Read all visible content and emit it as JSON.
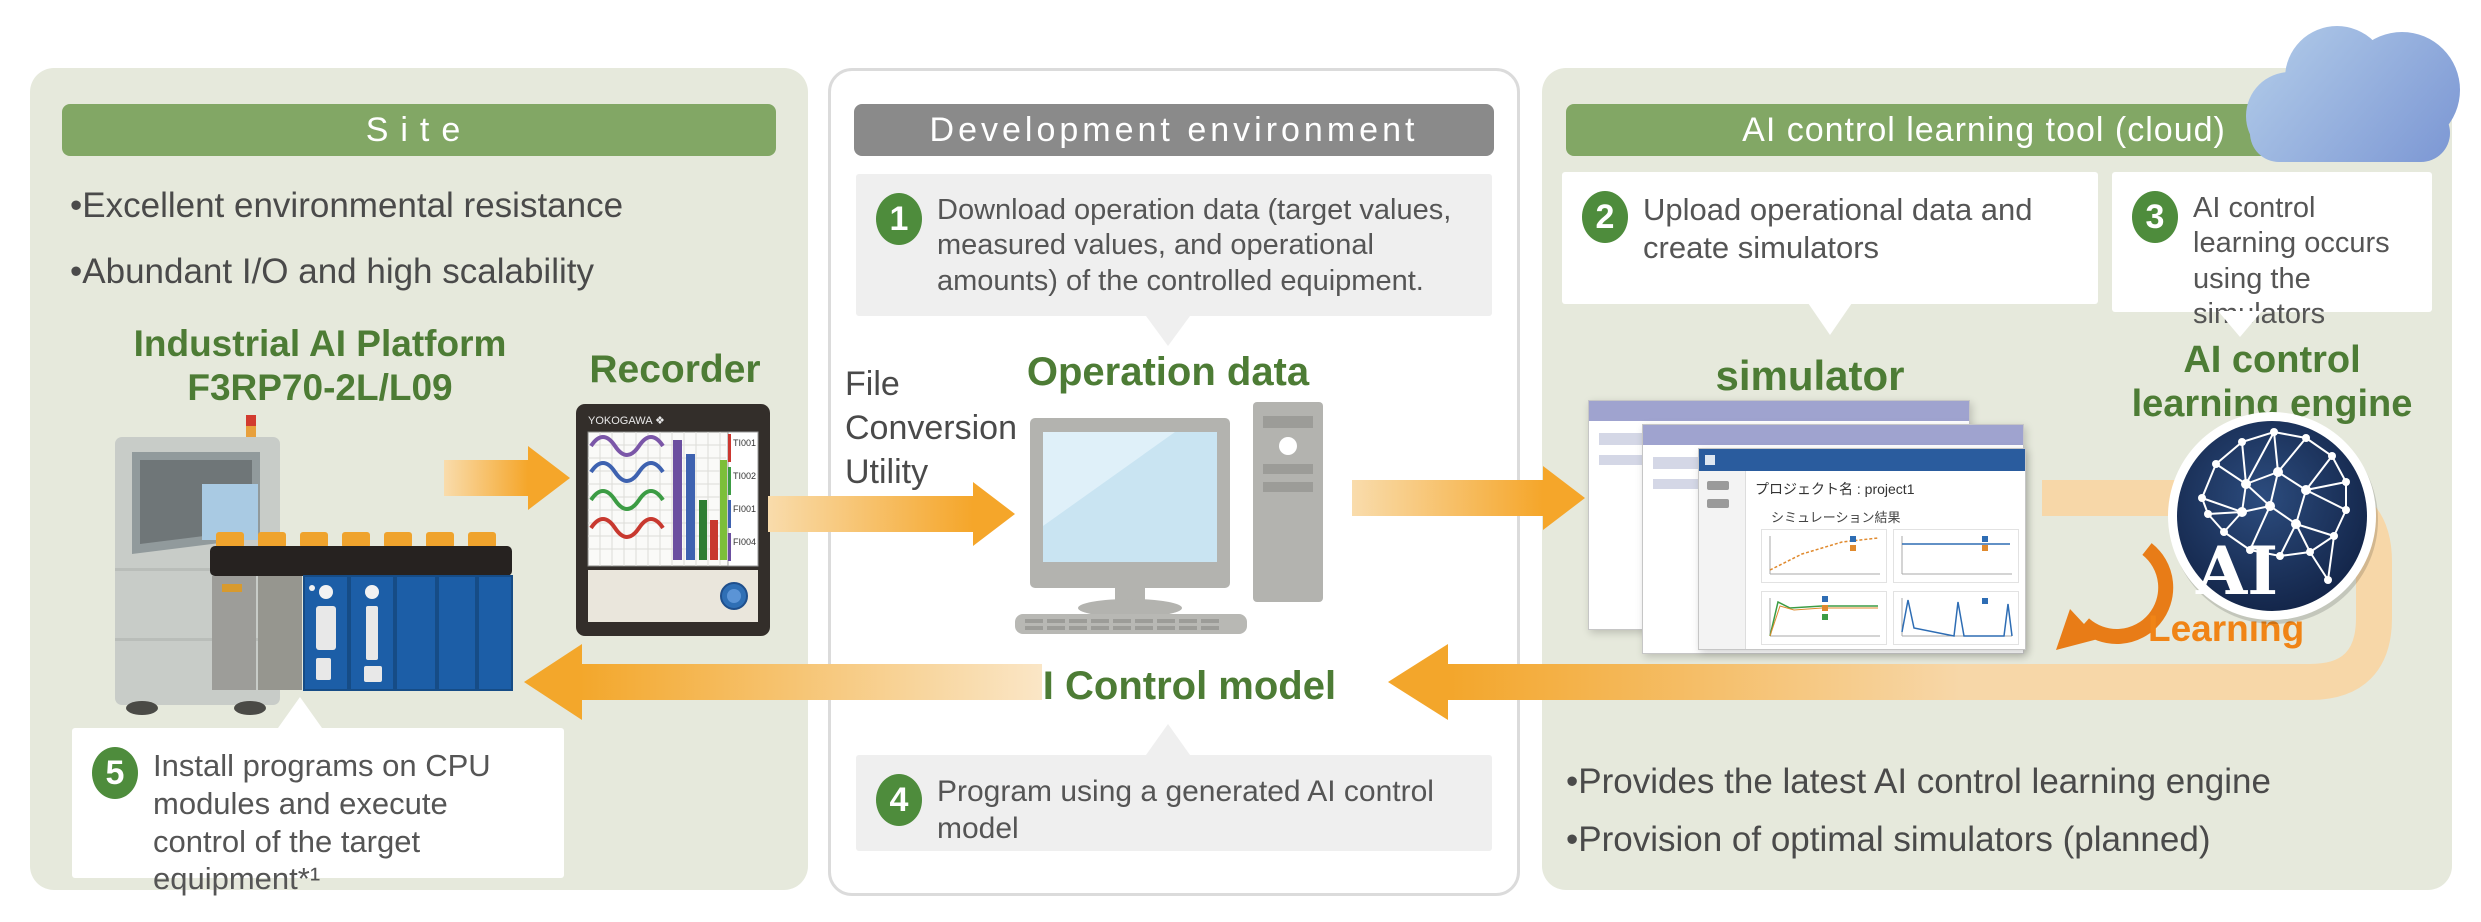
{
  "site": {
    "header": "Site",
    "bullets": [
      "•Excellent environmental resistance",
      "•Abundant I/O and high scalability"
    ],
    "platform_title": [
      "Industrial AI Platform",
      "F3RP70-2L/L09"
    ],
    "recorder_title": "Recorder",
    "recorder_brand": "YOKOGAWA ❖",
    "recorder_channels": [
      "TI001",
      "TI002",
      "FI001",
      "FI004"
    ],
    "step5_num": "5",
    "step5_text": "Install programs on CPU modules and execute control of the target equipment*¹"
  },
  "development": {
    "header": "Development environment",
    "step1_num": "1",
    "step1_text": "Download operation data (target values, measured values, and operational amounts) of the controlled equipment.",
    "file_conversion_label": [
      "File",
      "Conversion",
      "Utility"
    ],
    "operation_data_label": "Operation data",
    "ai_control_model_label": "AI Control model",
    "step4_num": "4",
    "step4_text": "Program using a generated AI control model"
  },
  "cloud_tool": {
    "header": "AI control learning tool (cloud)",
    "step2_num": "2",
    "step2_text": "Upload operational data and create simulators",
    "step3_num": "3",
    "step3_text": "AI control learning occurs using the simulators",
    "simulator_label": "simulator",
    "engine_label": [
      "AI control",
      "learning engine"
    ],
    "engine_badge_text": "AI",
    "learning_label": "Learning",
    "sim_window": {
      "project_line": "プロジェクト名 : project1",
      "result_line": "シミュレーション結果"
    },
    "bullets": [
      "•Provides the latest AI control learning engine",
      "•Provision of optimal simulators (planned)"
    ]
  },
  "colors": {
    "panel_bg": "#E6E9DC",
    "header_green": "#82A765",
    "header_gray": "#8A8A8A",
    "heading_green": "#4D7C35",
    "text_gray": "#4A4A4A",
    "step_circle_green": "#4E8C3C",
    "arrow_orange": "#F5A62A",
    "arrow_light": "#F7D7A8",
    "learning_orange": "#E87C17",
    "ai_navy": "#14264E",
    "cloud_blue": "#8FA8DC"
  }
}
